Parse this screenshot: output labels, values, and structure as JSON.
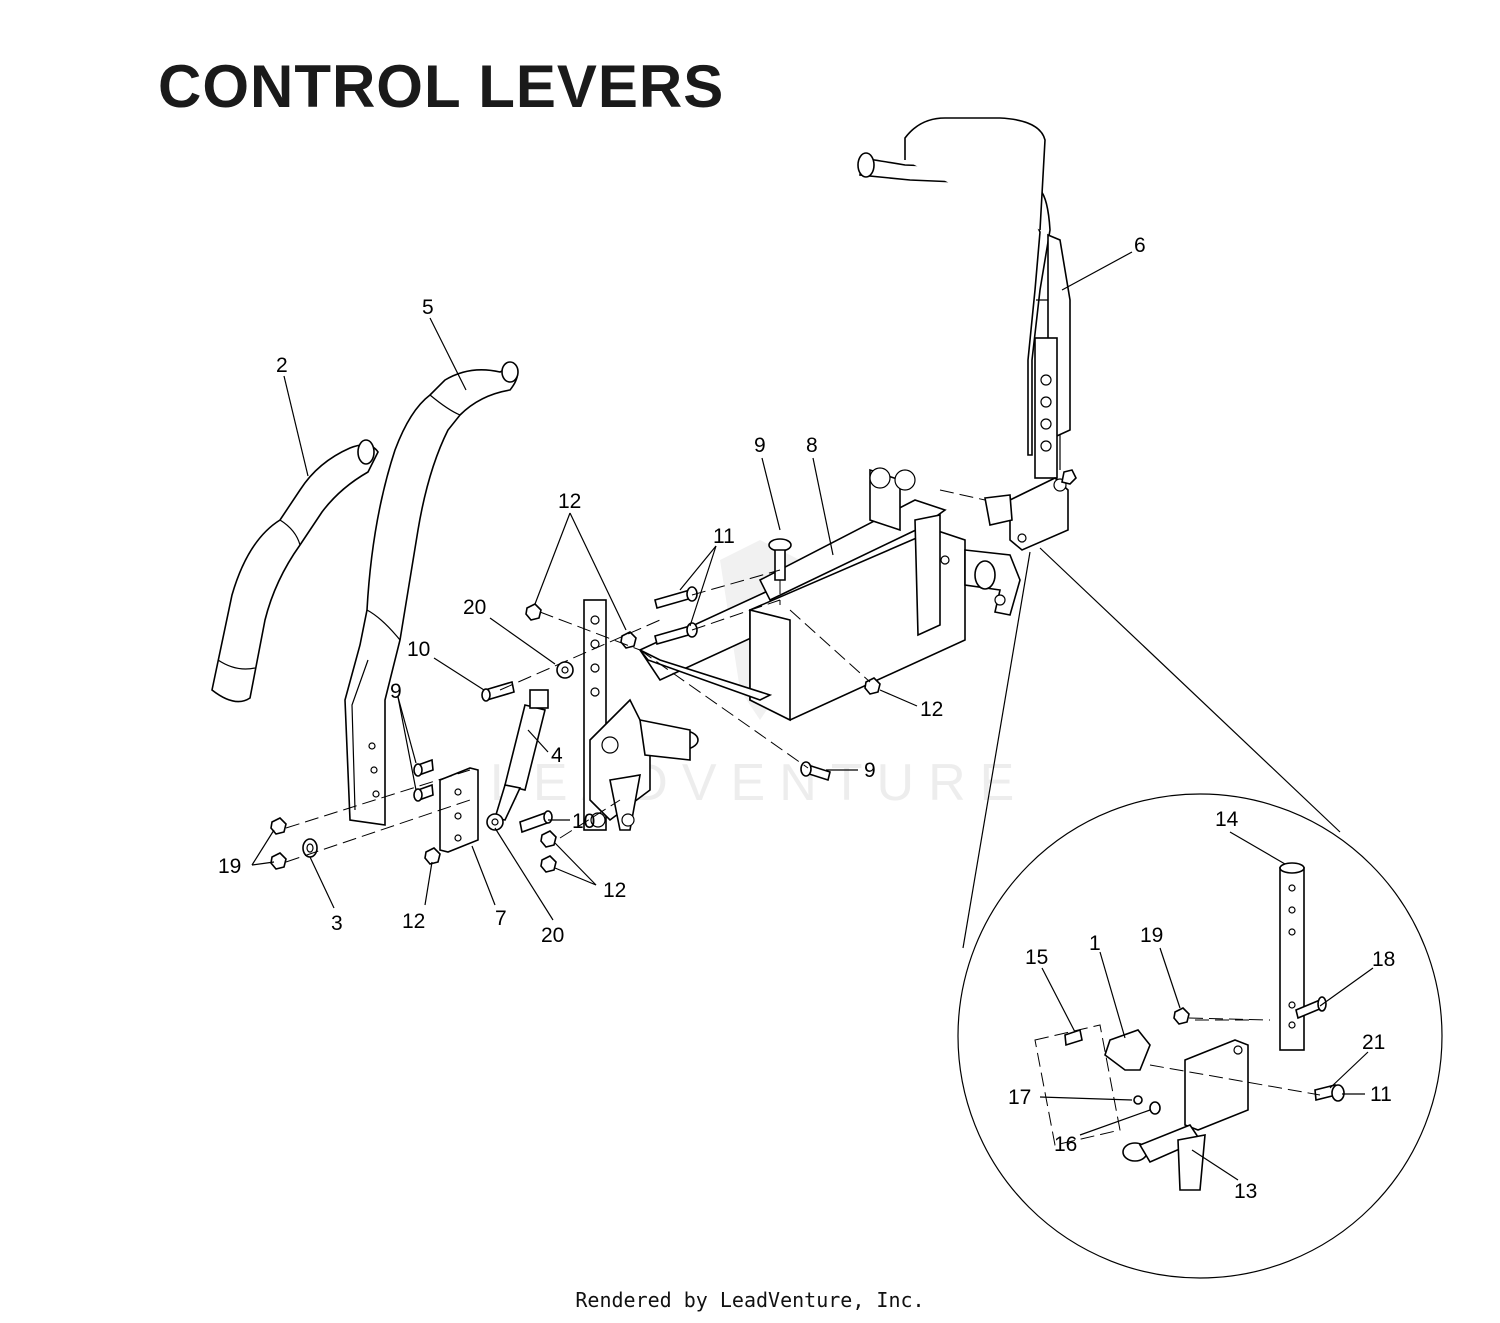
{
  "title": "CONTROL LEVERS",
  "footer": "Rendered by LeadVenture, Inc.",
  "watermark": "LEADVENTURE",
  "callouts": {
    "c1": "1",
    "c2": "2",
    "c3": "3",
    "c4": "4",
    "c5": "5",
    "c6": "6",
    "c7": "7",
    "c8": "8",
    "c9a": "9",
    "c9b": "9",
    "c9c": "9",
    "c10a": "10",
    "c10b": "10",
    "c11a": "11",
    "c11b": "11",
    "c12a": "12",
    "c12b": "12",
    "c12c": "12",
    "c12d": "12",
    "c13": "13",
    "c14": "14",
    "c15": "15",
    "c16": "16",
    "c17": "17",
    "c18": "18",
    "c19a": "19",
    "c19b": "19",
    "c20a": "20",
    "c20b": "20",
    "c21": "21"
  }
}
